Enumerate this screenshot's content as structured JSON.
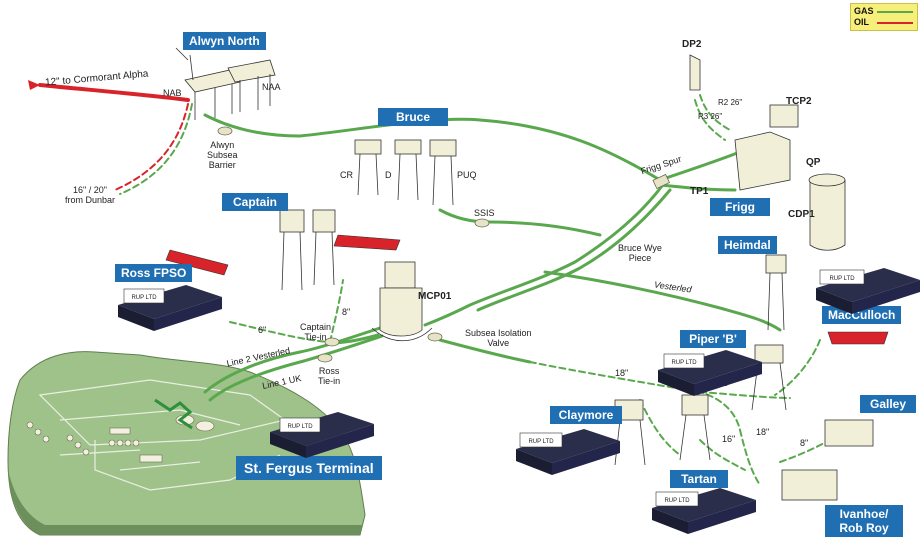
{
  "legend": {
    "gas_label": "GAS",
    "oil_label": "OIL",
    "gas_color": "#5aa84e",
    "oil_color": "#d8232a"
  },
  "tags": {
    "alwyn_north": "Alwyn North",
    "bruce": "Bruce",
    "captain": "Captain",
    "ross_fpso": "Ross FPSO",
    "frigg": "Frigg",
    "heimdal": "Heimdal",
    "macculloch": "MacCulloch",
    "piper_b": "Piper 'B'",
    "galley": "Galley",
    "claymore": "Claymore",
    "tartan": "Tartan",
    "ivanhoe": "Ivanhoe/\nRob Roy",
    "st_fergus": "St. Fergus Terminal"
  },
  "labels": {
    "cormorant": "12\" to Cormorant Alpha",
    "nab": "NAB",
    "naa": "NAA",
    "alwyn_barrier": "Alwyn\nSubsea\nBarrier",
    "dunbar": "16\" / 20\"\nfrom Dunbar",
    "cr": "CR",
    "d": "D",
    "puq": "PUQ",
    "ssis": "SSIS",
    "dp2": "DP2",
    "r2": "R2 26\"",
    "r3": "R3 26\"",
    "tcp2": "TCP2",
    "qp": "QP",
    "tp1": "TP1",
    "cdp1": "CDP1",
    "frigg_spur": "Frigg Spur",
    "bruce_wye": "Bruce Wye\nPiece",
    "vesterled": "Vesterled",
    "mcp01": "MCP01",
    "captain_tiein": "Captain\nTie-in",
    "ross_tiein": "Ross\nTie-in",
    "line2": "Line 2 Vesterled",
    "line1": "Line 1 UK",
    "subsea_valve": "Subsea Isolation\nValve",
    "six": "6\"",
    "eight_captain": "8\"",
    "eighteen_a": "18\"",
    "sixteen_a": "16\"",
    "sixteen_b": "16\"",
    "eighteen_b": "18\"",
    "eight_galley": "8\""
  },
  "rack_label": "RUP LTD"
}
